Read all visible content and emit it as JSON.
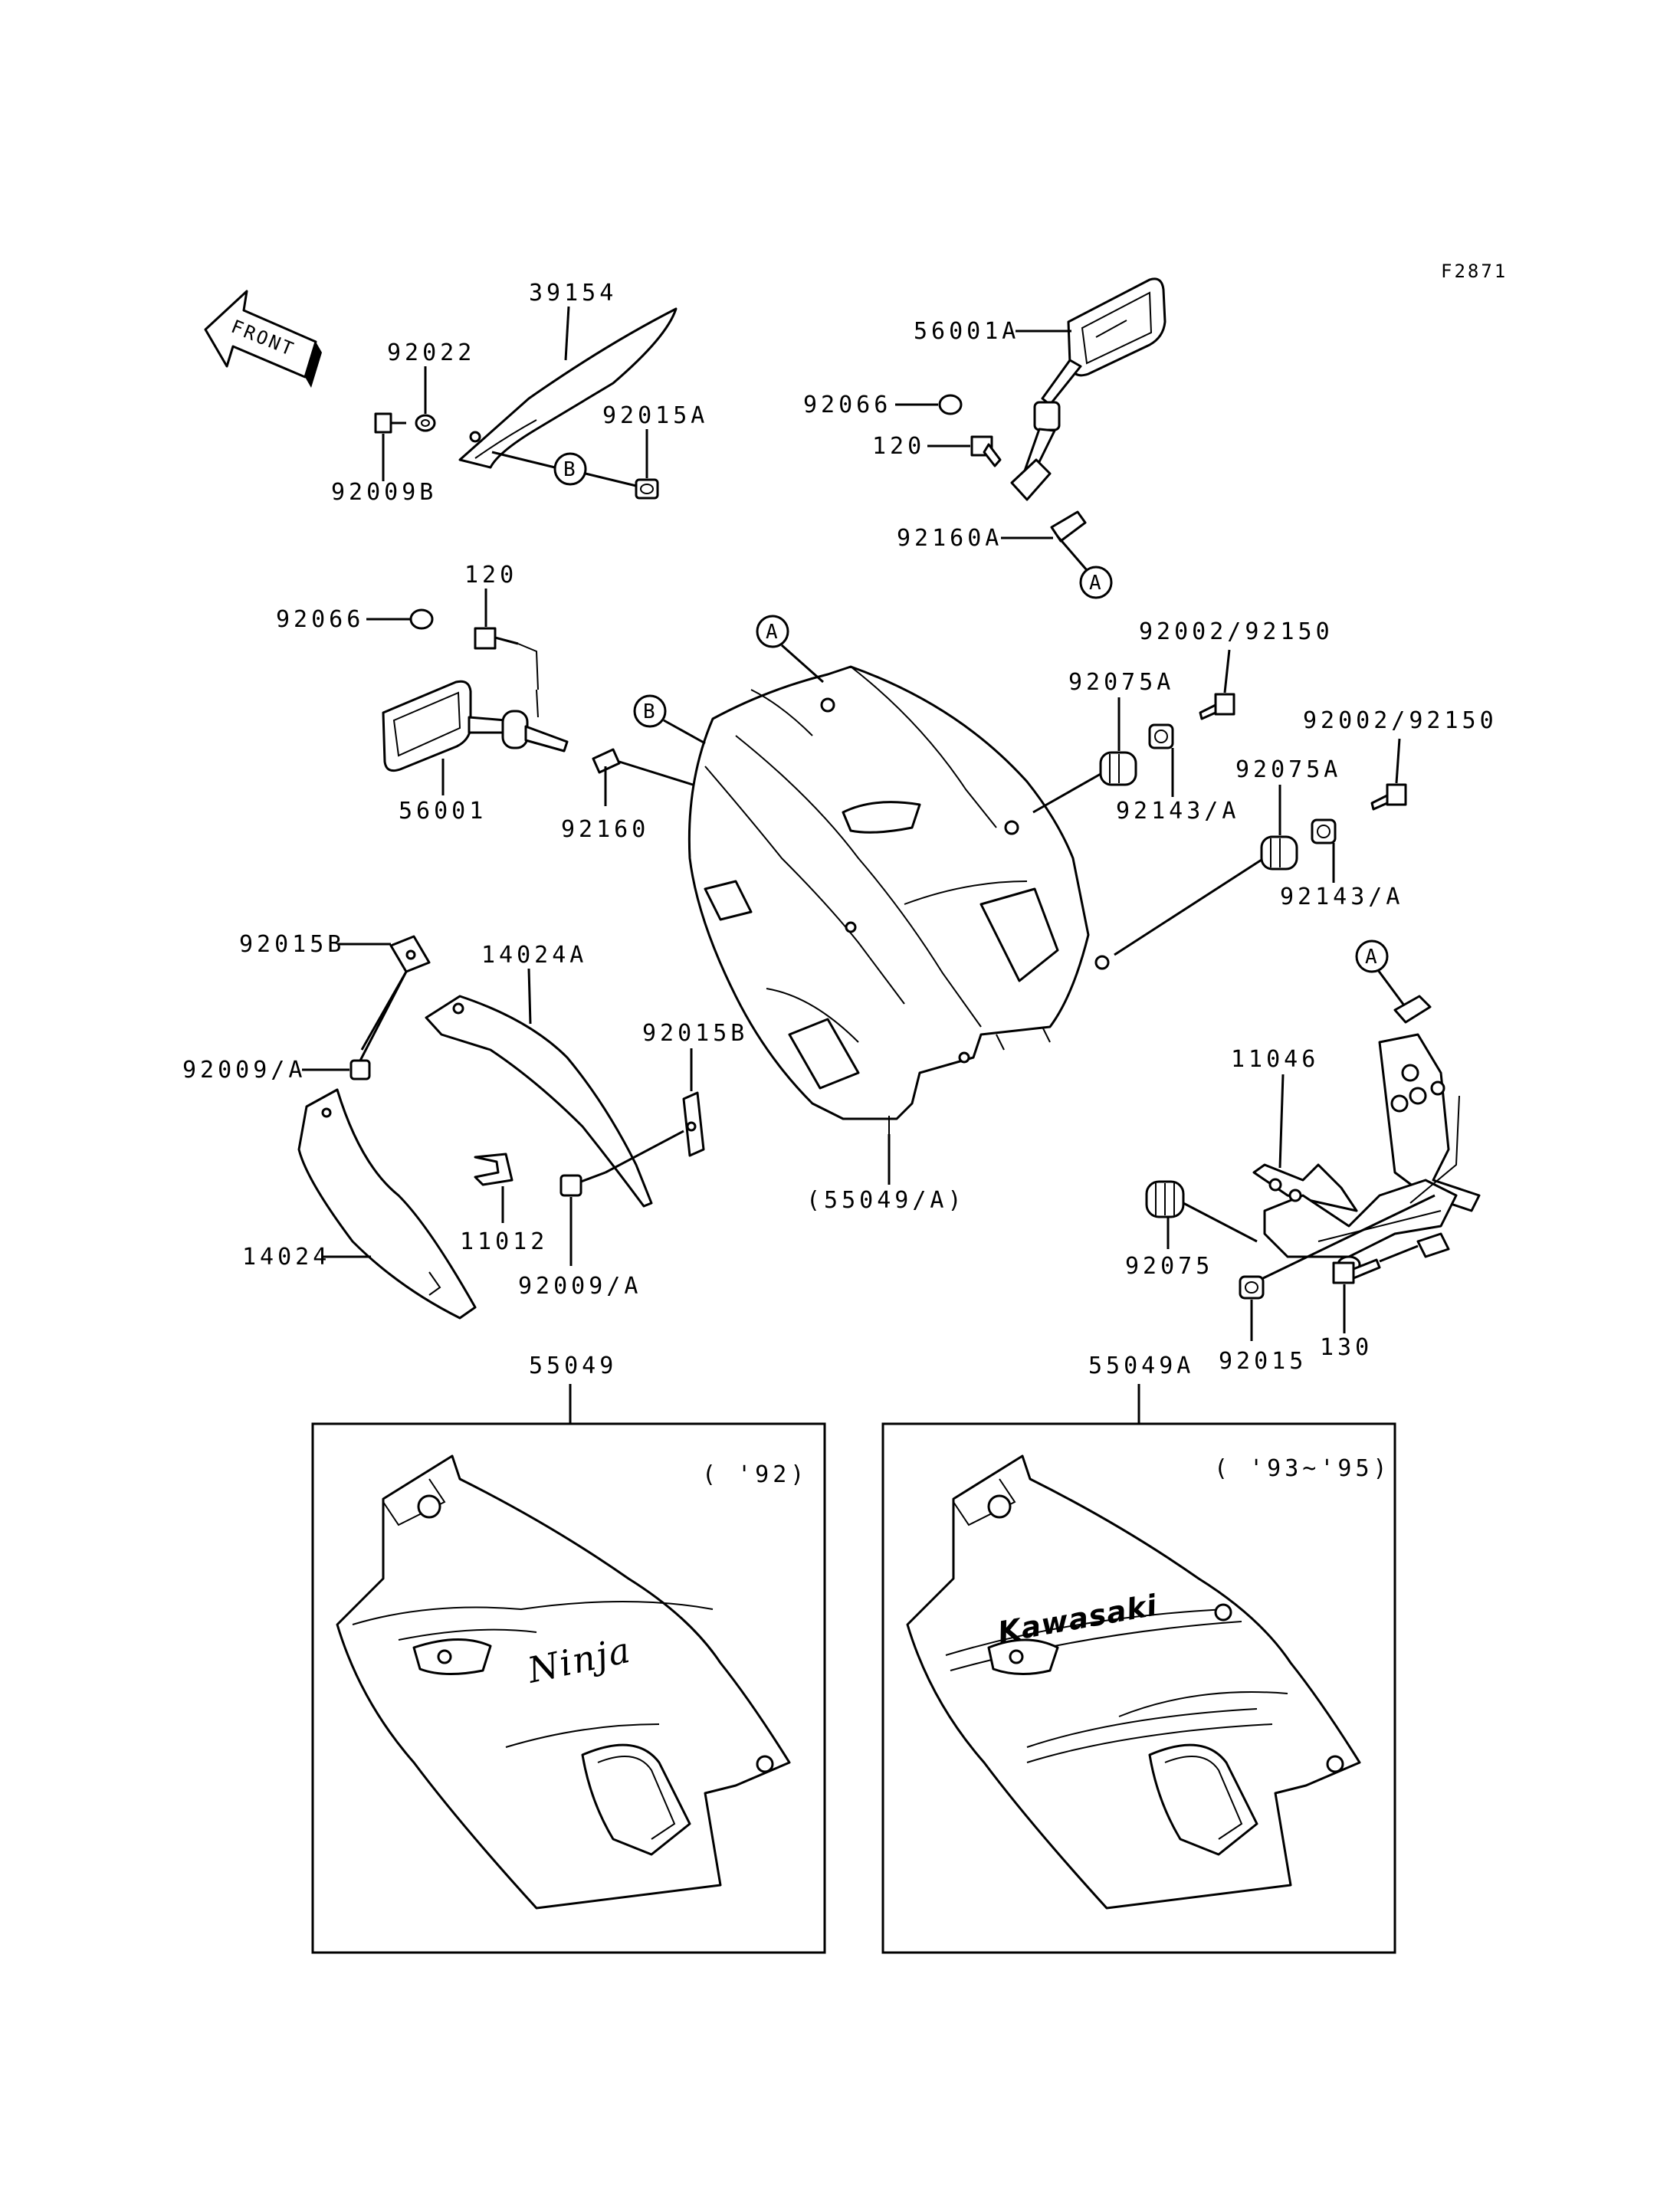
{
  "figure_code": "F2871",
  "front_label": "FRONT",
  "parts": {
    "p39154": "39154",
    "p92022": "92022",
    "p92015A": "92015A",
    "p92009B": "92009B",
    "p56001A": "56001A",
    "p92066_top": "92066",
    "p120_top": "120",
    "p92160A": "92160A",
    "p120_mid": "120",
    "p92066_mid": "92066",
    "p56001": "56001",
    "p92160": "92160",
    "p92002_92150_a": "92002/92150",
    "p92075A_a": "92075A",
    "p92143A_a": "92143/A",
    "p92002_92150_b": "92002/92150",
    "p92075A_b": "92075A",
    "p92143A_b": "92143/A",
    "p92015B_top": "92015B",
    "p14024A": "14024A",
    "p92009A_top": "92009/A",
    "p92015B_mid": "92015B",
    "p11046": "11046",
    "p14024": "14024",
    "p11012": "11012",
    "p92009A_bot": "92009/A",
    "p55049A_paren": "(55049/A)",
    "p92075": "92075",
    "p92015": "92015",
    "p130": "130",
    "p55049": "55049",
    "p55049A": "55049A"
  },
  "markers": {
    "A": "A",
    "B": "B"
  },
  "insets": {
    "left_year": "( '92)",
    "right_year": "( '93~'95)",
    "left_logo": "Ninja",
    "right_logo": "Kawasaki"
  }
}
